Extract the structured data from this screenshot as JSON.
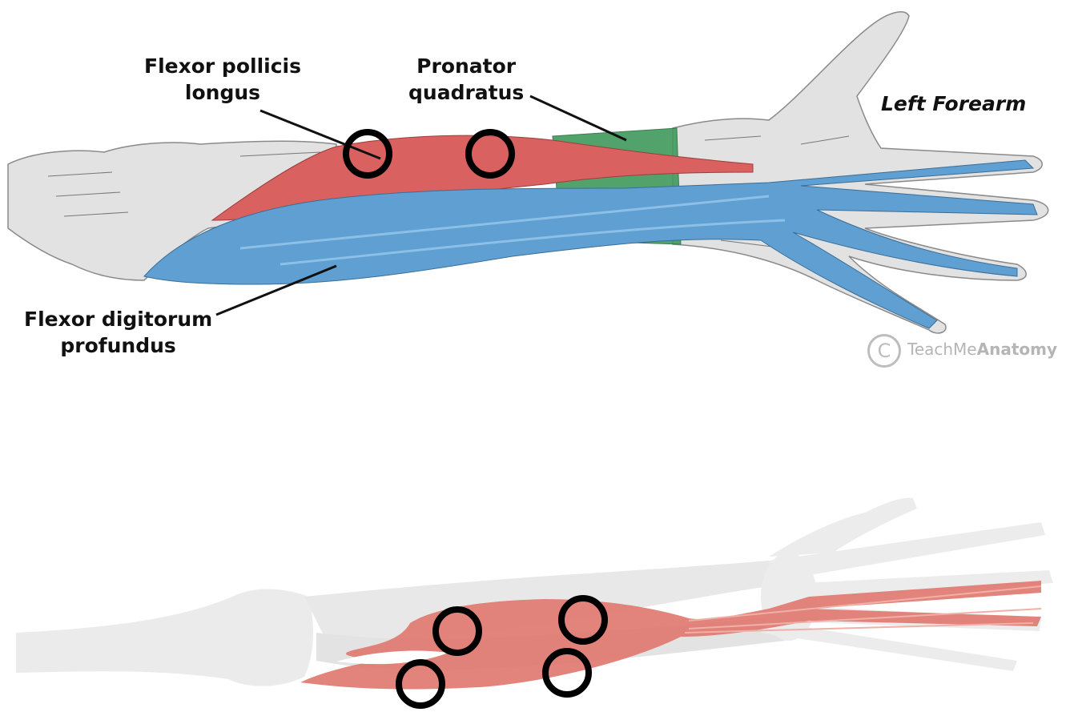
{
  "top_panel": {
    "title": "Left Forearm",
    "labels": {
      "fpl_line1": "Flexor pollicis",
      "fpl_line2": "longus",
      "pq_line1": "Pronator",
      "pq_line2": "quadratus",
      "fdp_line1": "Flexor digitorum",
      "fdp_line2": "profundus"
    },
    "watermark": {
      "symbol": "C",
      "text_light": "TeachMe",
      "text_bold": "Anatomy"
    }
  },
  "colors": {
    "flexor_pollicis_longus": "#d9615f",
    "pronator_quadratus": "#3f9a5c",
    "flexor_digitorum_profundus": "#5f9fd1",
    "bone_sketch": "#d2d2d2",
    "bone_render": "#ececec",
    "muscle_render": "#e07a70",
    "marker_ring": "#000000"
  }
}
